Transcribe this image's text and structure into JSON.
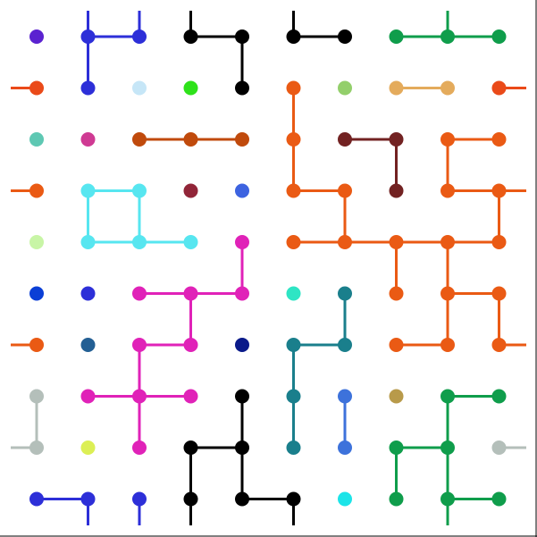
{
  "puzzle": {
    "grid": {
      "cols": 10,
      "rows": 10
    },
    "nodes": [
      {
        "r": 0,
        "c": 0,
        "color": "#5b22d0"
      },
      {
        "r": 0,
        "c": 1,
        "color": "#2d2fd8"
      },
      {
        "r": 0,
        "c": 2,
        "color": "#2d2fd8"
      },
      {
        "r": 0,
        "c": 3,
        "color": "#000000"
      },
      {
        "r": 0,
        "c": 4,
        "color": "#000000"
      },
      {
        "r": 0,
        "c": 5,
        "color": "#000000"
      },
      {
        "r": 0,
        "c": 6,
        "color": "#000000"
      },
      {
        "r": 0,
        "c": 7,
        "color": "#0f9d4b"
      },
      {
        "r": 0,
        "c": 8,
        "color": "#0f9d4b"
      },
      {
        "r": 0,
        "c": 9,
        "color": "#0f9d4b"
      },
      {
        "r": 1,
        "c": 0,
        "color": "#ea4a19"
      },
      {
        "r": 1,
        "c": 1,
        "color": "#2d2fd8"
      },
      {
        "r": 1,
        "c": 2,
        "color": "#c6e6f7"
      },
      {
        "r": 1,
        "c": 3,
        "color": "#2ee21a"
      },
      {
        "r": 1,
        "c": 4,
        "color": "#000000"
      },
      {
        "r": 1,
        "c": 5,
        "color": "#ea5a14"
      },
      {
        "r": 1,
        "c": 6,
        "color": "#93cf6b"
      },
      {
        "r": 1,
        "c": 7,
        "color": "#e4ab5c"
      },
      {
        "r": 1,
        "c": 8,
        "color": "#e4ab5c"
      },
      {
        "r": 1,
        "c": 9,
        "color": "#ea4a19"
      },
      {
        "r": 2,
        "c": 0,
        "color": "#5ec8b3"
      },
      {
        "r": 2,
        "c": 1,
        "color": "#cf3a93"
      },
      {
        "r": 2,
        "c": 2,
        "color": "#c04a0c"
      },
      {
        "r": 2,
        "c": 3,
        "color": "#c04a0c"
      },
      {
        "r": 2,
        "c": 4,
        "color": "#c04a0c"
      },
      {
        "r": 2,
        "c": 5,
        "color": "#ea5a14"
      },
      {
        "r": 2,
        "c": 6,
        "color": "#722222"
      },
      {
        "r": 2,
        "c": 7,
        "color": "#722222"
      },
      {
        "r": 2,
        "c": 8,
        "color": "#ea5a14"
      },
      {
        "r": 2,
        "c": 9,
        "color": "#ea5a14"
      },
      {
        "r": 3,
        "c": 0,
        "color": "#ea5a14"
      },
      {
        "r": 3,
        "c": 1,
        "color": "#57e6f0"
      },
      {
        "r": 3,
        "c": 2,
        "color": "#57e6f0"
      },
      {
        "r": 3,
        "c": 3,
        "color": "#912538"
      },
      {
        "r": 3,
        "c": 4,
        "color": "#3d63e0"
      },
      {
        "r": 3,
        "c": 5,
        "color": "#ea5a14"
      },
      {
        "r": 3,
        "c": 6,
        "color": "#ea5a14"
      },
      {
        "r": 3,
        "c": 7,
        "color": "#722222"
      },
      {
        "r": 3,
        "c": 8,
        "color": "#ea5a14"
      },
      {
        "r": 3,
        "c": 9,
        "color": "#ea5a14"
      },
      {
        "r": 4,
        "c": 0,
        "color": "#c8f5a6"
      },
      {
        "r": 4,
        "c": 1,
        "color": "#57e6f0"
      },
      {
        "r": 4,
        "c": 2,
        "color": "#57e6f0"
      },
      {
        "r": 4,
        "c": 3,
        "color": "#57e6f0"
      },
      {
        "r": 4,
        "c": 4,
        "color": "#e022b8"
      },
      {
        "r": 4,
        "c": 5,
        "color": "#ea5a14"
      },
      {
        "r": 4,
        "c": 6,
        "color": "#ea5a14"
      },
      {
        "r": 4,
        "c": 7,
        "color": "#ea5a14"
      },
      {
        "r": 4,
        "c": 8,
        "color": "#ea5a14"
      },
      {
        "r": 4,
        "c": 9,
        "color": "#ea5a14"
      },
      {
        "r": 5,
        "c": 0,
        "color": "#0b3fd6"
      },
      {
        "r": 5,
        "c": 1,
        "color": "#2d2fd8"
      },
      {
        "r": 5,
        "c": 2,
        "color": "#e022b8"
      },
      {
        "r": 5,
        "c": 3,
        "color": "#e022b8"
      },
      {
        "r": 5,
        "c": 4,
        "color": "#e022b8"
      },
      {
        "r": 5,
        "c": 5,
        "color": "#2ee5c4"
      },
      {
        "r": 5,
        "c": 6,
        "color": "#1a7f8c"
      },
      {
        "r": 5,
        "c": 7,
        "color": "#ea5a14"
      },
      {
        "r": 5,
        "c": 8,
        "color": "#ea5a14"
      },
      {
        "r": 5,
        "c": 9,
        "color": "#ea5a14"
      },
      {
        "r": 6,
        "c": 0,
        "color": "#ea5a14"
      },
      {
        "r": 6,
        "c": 1,
        "color": "#235f94"
      },
      {
        "r": 6,
        "c": 2,
        "color": "#e022b8"
      },
      {
        "r": 6,
        "c": 3,
        "color": "#e022b8"
      },
      {
        "r": 6,
        "c": 4,
        "color": "#0a1a8a"
      },
      {
        "r": 6,
        "c": 5,
        "color": "#1a7f8c"
      },
      {
        "r": 6,
        "c": 6,
        "color": "#1a7f8c"
      },
      {
        "r": 6,
        "c": 7,
        "color": "#ea5a14"
      },
      {
        "r": 6,
        "c": 8,
        "color": "#ea5a14"
      },
      {
        "r": 6,
        "c": 9,
        "color": "#ea5a14"
      },
      {
        "r": 7,
        "c": 0,
        "color": "#b4bfba"
      },
      {
        "r": 7,
        "c": 1,
        "color": "#e022b8"
      },
      {
        "r": 7,
        "c": 2,
        "color": "#e022b8"
      },
      {
        "r": 7,
        "c": 3,
        "color": "#e022b8"
      },
      {
        "r": 7,
        "c": 4,
        "color": "#000000"
      },
      {
        "r": 7,
        "c": 5,
        "color": "#1a7f8c"
      },
      {
        "r": 7,
        "c": 6,
        "color": "#3d72db"
      },
      {
        "r": 7,
        "c": 7,
        "color": "#b89a4a"
      },
      {
        "r": 7,
        "c": 8,
        "color": "#0f9d4b"
      },
      {
        "r": 7,
        "c": 9,
        "color": "#0f9d4b"
      },
      {
        "r": 8,
        "c": 0,
        "color": "#b4bfba"
      },
      {
        "r": 8,
        "c": 1,
        "color": "#dcef55"
      },
      {
        "r": 8,
        "c": 2,
        "color": "#e022b8"
      },
      {
        "r": 8,
        "c": 3,
        "color": "#000000"
      },
      {
        "r": 8,
        "c": 4,
        "color": "#000000"
      },
      {
        "r": 8,
        "c": 5,
        "color": "#1a7f8c"
      },
      {
        "r": 8,
        "c": 6,
        "color": "#3d72db"
      },
      {
        "r": 8,
        "c": 7,
        "color": "#0f9d4b"
      },
      {
        "r": 8,
        "c": 8,
        "color": "#0f9d4b"
      },
      {
        "r": 8,
        "c": 9,
        "color": "#b4bfba"
      },
      {
        "r": 9,
        "c": 0,
        "color": "#2d2fd8"
      },
      {
        "r": 9,
        "c": 1,
        "color": "#2d2fd8"
      },
      {
        "r": 9,
        "c": 2,
        "color": "#2d2fd8"
      },
      {
        "r": 9,
        "c": 3,
        "color": "#000000"
      },
      {
        "r": 9,
        "c": 4,
        "color": "#000000"
      },
      {
        "r": 9,
        "c": 5,
        "color": "#000000"
      },
      {
        "r": 9,
        "c": 6,
        "color": "#1ce4e8"
      },
      {
        "r": 9,
        "c": 7,
        "color": "#0f9d4b"
      },
      {
        "r": 9,
        "c": 8,
        "color": "#0f9d4b"
      },
      {
        "r": 9,
        "c": 9,
        "color": "#0f9d4b"
      }
    ],
    "edges": [
      {
        "from": [
          0,
          1
        ],
        "to": [
          0,
          2
        ],
        "color": "#2d2fd8"
      },
      {
        "from": [
          0,
          1
        ],
        "to": [
          1,
          1
        ],
        "color": "#2d2fd8"
      },
      {
        "from": [
          0,
          3
        ],
        "to": [
          0,
          4
        ],
        "color": "#000000"
      },
      {
        "from": [
          0,
          4
        ],
        "to": [
          1,
          4
        ],
        "color": "#000000"
      },
      {
        "from": [
          0,
          5
        ],
        "to": [
          0,
          6
        ],
        "color": "#000000"
      },
      {
        "from": [
          0,
          7
        ],
        "to": [
          0,
          8
        ],
        "color": "#0f9d4b"
      },
      {
        "from": [
          0,
          8
        ],
        "to": [
          0,
          9
        ],
        "color": "#0f9d4b"
      },
      {
        "from": [
          1,
          5
        ],
        "to": [
          2,
          5
        ],
        "color": "#ea5a14"
      },
      {
        "from": [
          1,
          7
        ],
        "to": [
          1,
          8
        ],
        "color": "#e4ab5c"
      },
      {
        "from": [
          2,
          2
        ],
        "to": [
          2,
          3
        ],
        "color": "#c04a0c"
      },
      {
        "from": [
          2,
          3
        ],
        "to": [
          2,
          4
        ],
        "color": "#c04a0c"
      },
      {
        "from": [
          2,
          5
        ],
        "to": [
          3,
          5
        ],
        "color": "#ea5a14"
      },
      {
        "from": [
          2,
          6
        ],
        "to": [
          2,
          7
        ],
        "color": "#722222"
      },
      {
        "from": [
          2,
          7
        ],
        "to": [
          3,
          7
        ],
        "color": "#722222"
      },
      {
        "from": [
          2,
          8
        ],
        "to": [
          2,
          9
        ],
        "color": "#ea5a14"
      },
      {
        "from": [
          2,
          8
        ],
        "to": [
          3,
          8
        ],
        "color": "#ea5a14"
      },
      {
        "from": [
          3,
          1
        ],
        "to": [
          3,
          2
        ],
        "color": "#57e6f0"
      },
      {
        "from": [
          3,
          1
        ],
        "to": [
          4,
          1
        ],
        "color": "#57e6f0"
      },
      {
        "from": [
          3,
          2
        ],
        "to": [
          4,
          2
        ],
        "color": "#57e6f0"
      },
      {
        "from": [
          3,
          5
        ],
        "to": [
          3,
          6
        ],
        "color": "#ea5a14"
      },
      {
        "from": [
          3,
          6
        ],
        "to": [
          4,
          6
        ],
        "color": "#ea5a14"
      },
      {
        "from": [
          3,
          8
        ],
        "to": [
          3,
          9
        ],
        "color": "#ea5a14"
      },
      {
        "from": [
          3,
          9
        ],
        "to": [
          4,
          9
        ],
        "color": "#ea5a14"
      },
      {
        "from": [
          4,
          1
        ],
        "to": [
          4,
          2
        ],
        "color": "#57e6f0"
      },
      {
        "from": [
          4,
          2
        ],
        "to": [
          4,
          3
        ],
        "color": "#57e6f0"
      },
      {
        "from": [
          4,
          4
        ],
        "to": [
          5,
          4
        ],
        "color": "#e022b8"
      },
      {
        "from": [
          4,
          5
        ],
        "to": [
          4,
          6
        ],
        "color": "#ea5a14"
      },
      {
        "from": [
          4,
          6
        ],
        "to": [
          4,
          7
        ],
        "color": "#ea5a14"
      },
      {
        "from": [
          4,
          7
        ],
        "to": [
          4,
          8
        ],
        "color": "#ea5a14"
      },
      {
        "from": [
          4,
          8
        ],
        "to": [
          4,
          9
        ],
        "color": "#ea5a14"
      },
      {
        "from": [
          4,
          7
        ],
        "to": [
          5,
          7
        ],
        "color": "#ea5a14"
      },
      {
        "from": [
          4,
          8
        ],
        "to": [
          5,
          8
        ],
        "color": "#ea5a14"
      },
      {
        "from": [
          5,
          2
        ],
        "to": [
          5,
          3
        ],
        "color": "#e022b8"
      },
      {
        "from": [
          5,
          3
        ],
        "to": [
          5,
          4
        ],
        "color": "#e022b8"
      },
      {
        "from": [
          5,
          3
        ],
        "to": [
          6,
          3
        ],
        "color": "#e022b8"
      },
      {
        "from": [
          5,
          6
        ],
        "to": [
          6,
          6
        ],
        "color": "#1a7f8c"
      },
      {
        "from": [
          5,
          8
        ],
        "to": [
          5,
          9
        ],
        "color": "#ea5a14"
      },
      {
        "from": [
          5,
          8
        ],
        "to": [
          6,
          8
        ],
        "color": "#ea5a14"
      },
      {
        "from": [
          5,
          9
        ],
        "to": [
          6,
          9
        ],
        "color": "#ea5a14"
      },
      {
        "from": [
          6,
          2
        ],
        "to": [
          6,
          3
        ],
        "color": "#e022b8"
      },
      {
        "from": [
          6,
          2
        ],
        "to": [
          7,
          2
        ],
        "color": "#e022b8"
      },
      {
        "from": [
          6,
          5
        ],
        "to": [
          6,
          6
        ],
        "color": "#1a7f8c"
      },
      {
        "from": [
          6,
          5
        ],
        "to": [
          7,
          5
        ],
        "color": "#1a7f8c"
      },
      {
        "from": [
          6,
          7
        ],
        "to": [
          6,
          8
        ],
        "color": "#ea5a14"
      },
      {
        "from": [
          7,
          0
        ],
        "to": [
          8,
          0
        ],
        "color": "#b4bfba"
      },
      {
        "from": [
          7,
          1
        ],
        "to": [
          7,
          2
        ],
        "color": "#e022b8"
      },
      {
        "from": [
          7,
          2
        ],
        "to": [
          7,
          3
        ],
        "color": "#e022b8"
      },
      {
        "from": [
          7,
          2
        ],
        "to": [
          8,
          2
        ],
        "color": "#e022b8"
      },
      {
        "from": [
          7,
          4
        ],
        "to": [
          8,
          4
        ],
        "color": "#000000"
      },
      {
        "from": [
          7,
          5
        ],
        "to": [
          8,
          5
        ],
        "color": "#1a7f8c"
      },
      {
        "from": [
          7,
          6
        ],
        "to": [
          8,
          6
        ],
        "color": "#3d72db"
      },
      {
        "from": [
          7,
          8
        ],
        "to": [
          7,
          9
        ],
        "color": "#0f9d4b"
      },
      {
        "from": [
          7,
          8
        ],
        "to": [
          8,
          8
        ],
        "color": "#0f9d4b"
      },
      {
        "from": [
          8,
          3
        ],
        "to": [
          8,
          4
        ],
        "color": "#000000"
      },
      {
        "from": [
          8,
          3
        ],
        "to": [
          9,
          3
        ],
        "color": "#000000"
      },
      {
        "from": [
          8,
          4
        ],
        "to": [
          9,
          4
        ],
        "color": "#000000"
      },
      {
        "from": [
          8,
          7
        ],
        "to": [
          8,
          8
        ],
        "color": "#0f9d4b"
      },
      {
        "from": [
          8,
          7
        ],
        "to": [
          9,
          7
        ],
        "color": "#0f9d4b"
      },
      {
        "from": [
          8,
          8
        ],
        "to": [
          9,
          8
        ],
        "color": "#0f9d4b"
      },
      {
        "from": [
          9,
          0
        ],
        "to": [
          9,
          1
        ],
        "color": "#2d2fd8"
      },
      {
        "from": [
          9,
          4
        ],
        "to": [
          9,
          5
        ],
        "color": "#000000"
      },
      {
        "from": [
          9,
          8
        ],
        "to": [
          9,
          9
        ],
        "color": "#0f9d4b"
      }
    ],
    "wraps": [
      {
        "r": 0,
        "c": 1,
        "side": "top",
        "color": "#2d2fd8"
      },
      {
        "r": 0,
        "c": 2,
        "side": "top",
        "color": "#2d2fd8"
      },
      {
        "r": 0,
        "c": 3,
        "side": "top",
        "color": "#000000"
      },
      {
        "r": 0,
        "c": 5,
        "side": "top",
        "color": "#000000"
      },
      {
        "r": 0,
        "c": 8,
        "side": "top",
        "color": "#0f9d4b"
      },
      {
        "r": 9,
        "c": 1,
        "side": "bottom",
        "color": "#2d2fd8"
      },
      {
        "r": 9,
        "c": 2,
        "side": "bottom",
        "color": "#2d2fd8"
      },
      {
        "r": 9,
        "c": 3,
        "side": "bottom",
        "color": "#000000"
      },
      {
        "r": 9,
        "c": 5,
        "side": "bottom",
        "color": "#000000"
      },
      {
        "r": 9,
        "c": 8,
        "side": "bottom",
        "color": "#0f9d4b"
      },
      {
        "r": 1,
        "c": 0,
        "side": "left",
        "color": "#ea4a19"
      },
      {
        "r": 1,
        "c": 9,
        "side": "right",
        "color": "#ea4a19"
      },
      {
        "r": 3,
        "c": 0,
        "side": "left",
        "color": "#ea5a14"
      },
      {
        "r": 3,
        "c": 9,
        "side": "right",
        "color": "#ea5a14"
      },
      {
        "r": 6,
        "c": 0,
        "side": "left",
        "color": "#ea5a14"
      },
      {
        "r": 6,
        "c": 9,
        "side": "right",
        "color": "#ea5a14"
      },
      {
        "r": 8,
        "c": 0,
        "side": "left",
        "color": "#b4bfba"
      },
      {
        "r": 8,
        "c": 9,
        "side": "right",
        "color": "#b4bfba"
      }
    ]
  }
}
